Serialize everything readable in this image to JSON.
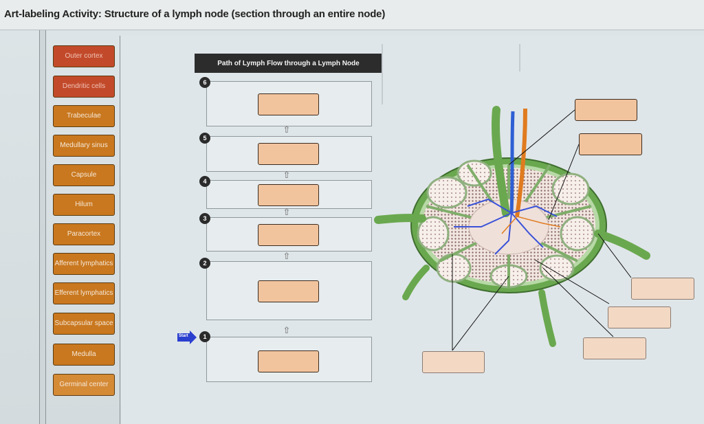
{
  "header": {
    "title": "Art-labeling Activity: Structure of a lymph node (section through an entire node)"
  },
  "label_bank": [
    {
      "text": "Outer cortex",
      "state": "dim"
    },
    {
      "text": "Dendritic cells",
      "state": "dim"
    },
    {
      "text": "Trabeculae",
      "state": "normal"
    },
    {
      "text": "Medullary sinus",
      "state": "normal"
    },
    {
      "text": "Capsule",
      "state": "normal"
    },
    {
      "text": "Hilum",
      "state": "normal"
    },
    {
      "text": "Paracortex",
      "state": "normal"
    },
    {
      "text": "Afferent lymphatics",
      "state": "normal"
    },
    {
      "text": "Efferent lymphatics",
      "state": "normal"
    },
    {
      "text": "Subcapsular space",
      "state": "normal"
    },
    {
      "text": "Medulla",
      "state": "normal"
    },
    {
      "text": "Germinal center",
      "state": "normal"
    }
  ],
  "flow_panel": {
    "title": "Path of Lymph Flow through a Lymph Node",
    "steps": [
      "6",
      "5",
      "4",
      "3",
      "2",
      "1"
    ],
    "start_label": "Start"
  },
  "colors": {
    "tile": "#c9781f",
    "tile_dim": "#c24a2a",
    "drop_zone": "#f2c49e",
    "capsule_green": "#6aa84f",
    "artery": "#e07b1f",
    "vein": "#2e5fd4"
  },
  "icons": {
    "up_arrow": "up-arrow-icon",
    "start_arrow": "start-arrow-icon"
  }
}
